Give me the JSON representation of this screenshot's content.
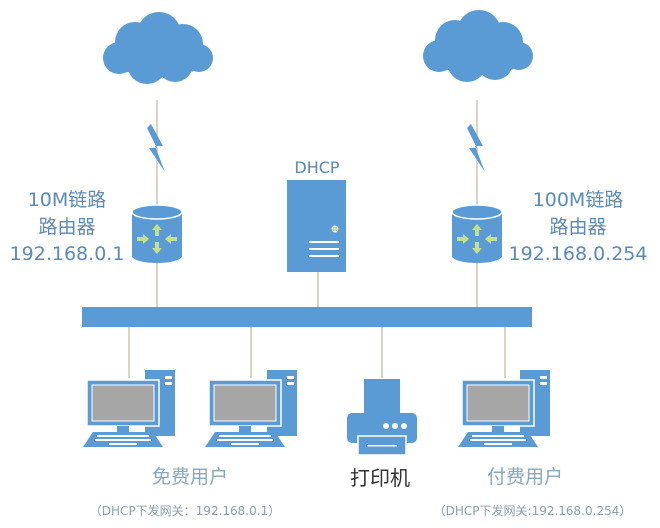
{
  "colors": {
    "device_blue": "#5b9bd5",
    "device_dark": "#4a86c0",
    "line": "#b5a98a",
    "screen_gray": "#a6a6a6",
    "arrow_green": "#c5e08a",
    "label_blue": "#5b8ab8"
  },
  "routers": [
    {
      "link": "10M链路",
      "type": "路由器",
      "ip": "192.168.0.1",
      "icon": "router-icon"
    },
    {
      "link": "100M链路",
      "type": "路由器",
      "ip": "192.168.0.254",
      "icon": "router-icon"
    }
  ],
  "server": {
    "label": "DHCP",
    "icon": "server-icon"
  },
  "clouds": [
    {
      "icon": "cloud-icon"
    },
    {
      "icon": "cloud-icon"
    }
  ],
  "clients": {
    "free": {
      "label": "免费用户",
      "gateway": "（DHCP下发网关：192.168.0.1）"
    },
    "printer": {
      "label": "打印机"
    },
    "paid": {
      "label": "付费用户",
      "gateway": "（DHCP下发网关:192.168.0.254）"
    }
  }
}
